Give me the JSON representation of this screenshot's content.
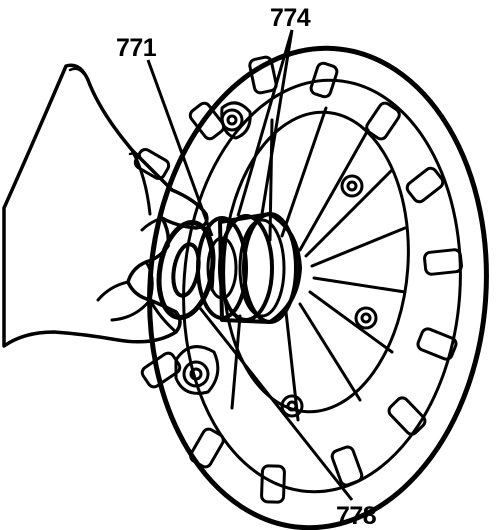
{
  "callouts": [
    {
      "id": "771",
      "label": "771"
    },
    {
      "id": "774",
      "label": "774"
    },
    {
      "id": "778",
      "label": "778"
    }
  ],
  "colors": {
    "ink": "#000000",
    "paper": "#ffffff"
  }
}
